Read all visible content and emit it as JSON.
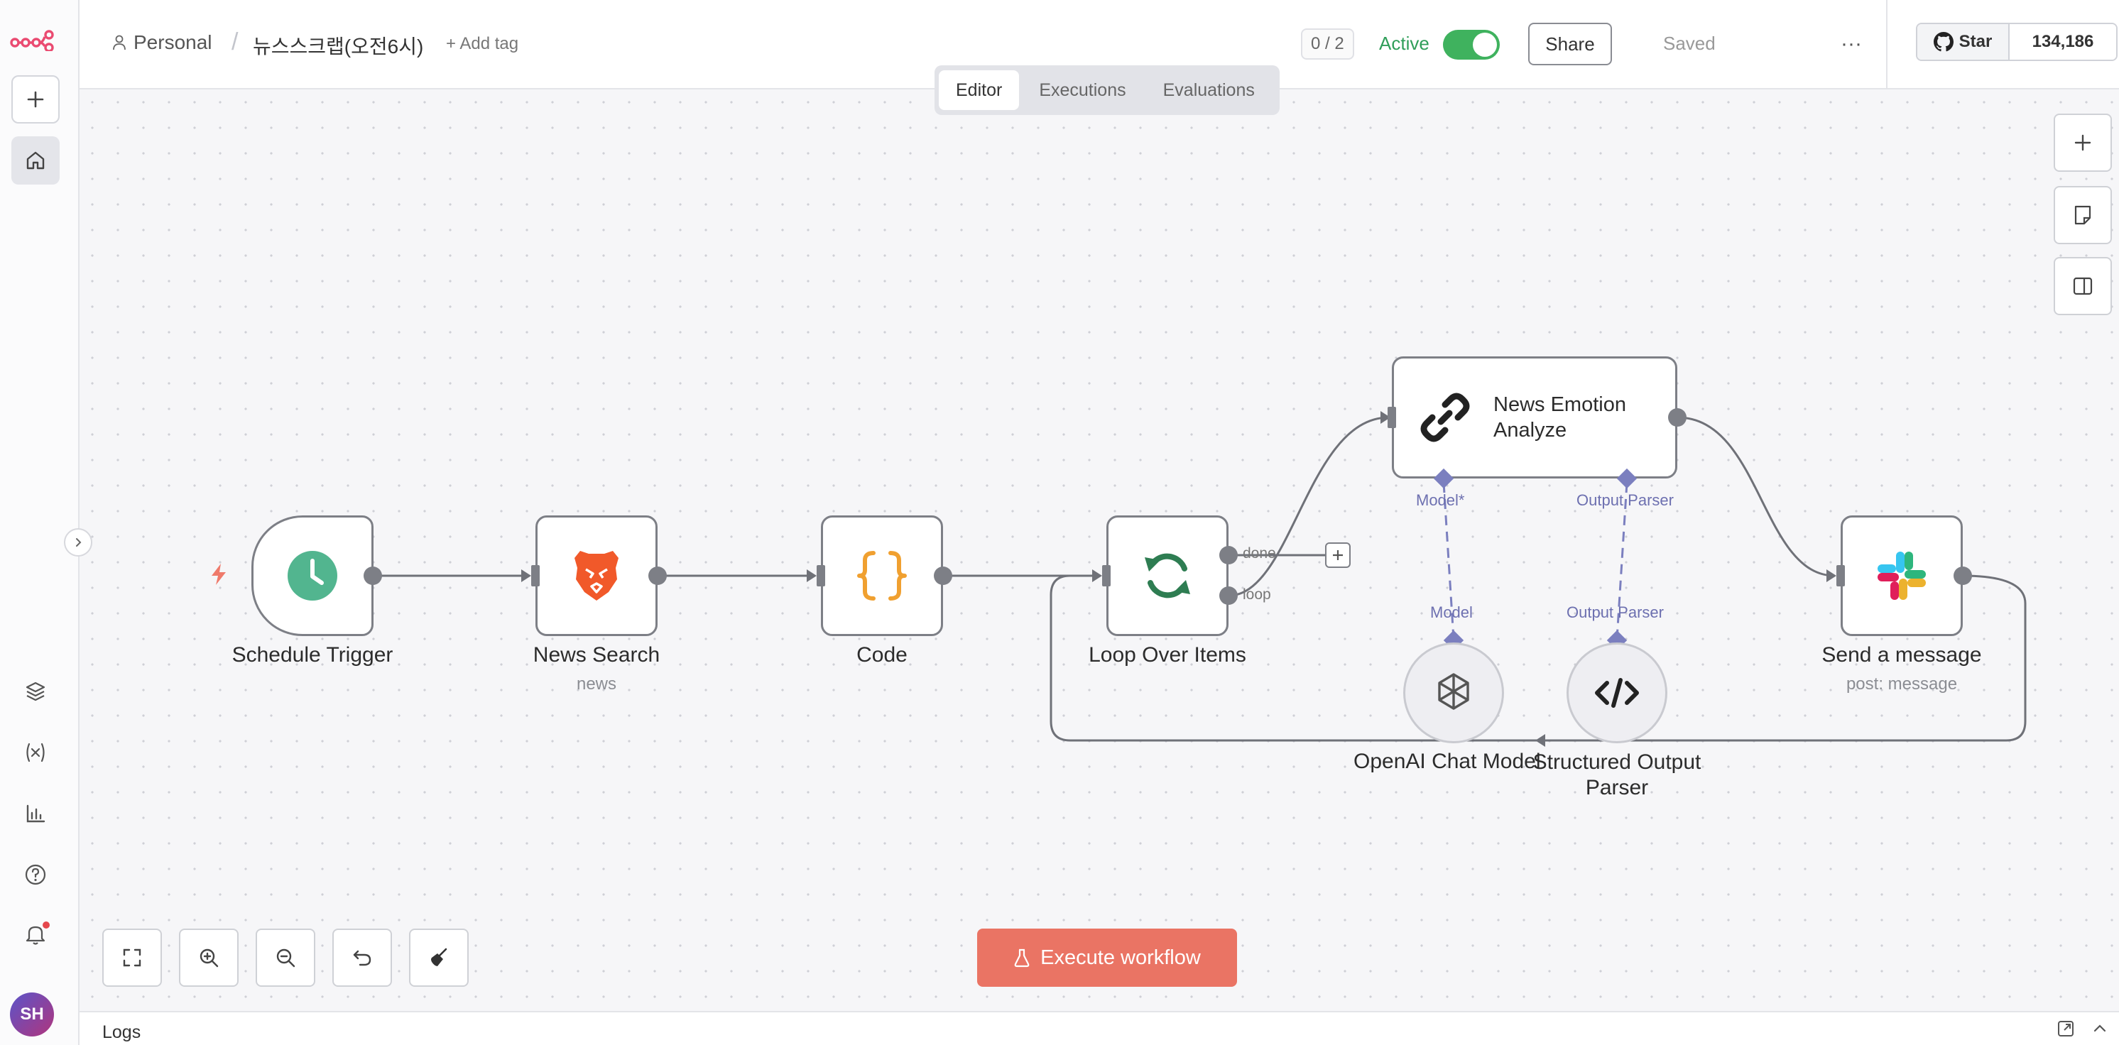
{
  "header": {
    "project": "Personal",
    "separator": "/",
    "workflow_name": "뉴스스크랩(오전6시)",
    "add_tag": "+ Add tag",
    "counter": "0 / 2",
    "active_label": "Active",
    "active": true,
    "share": "Share",
    "saved": "Saved",
    "more": "···",
    "github_star": "Star",
    "github_count": "134,186"
  },
  "tabs": [
    {
      "label": "Editor",
      "active": true
    },
    {
      "label": "Executions",
      "active": false
    },
    {
      "label": "Evaluations",
      "active": false
    }
  ],
  "nodes": {
    "schedule_trigger": {
      "title": "Schedule Trigger"
    },
    "news_search": {
      "title": "News Search",
      "subtitle": "news"
    },
    "code": {
      "title": "Code"
    },
    "loop": {
      "title": "Loop Over Items",
      "out_done": "done",
      "out_loop": "loop"
    },
    "agent": {
      "title": "News Emotion Analyze",
      "port_model": "Model*",
      "port_parser": "Output Parser"
    },
    "openai": {
      "title": "OpenAI Chat Model",
      "port": "Model"
    },
    "parser": {
      "title": "Structured Output Parser",
      "port": "Output Parser"
    },
    "slack": {
      "title": "Send a message",
      "subtitle": "post: message"
    }
  },
  "sidebar": {
    "avatar_initials": "SH"
  },
  "execute_button": "Execute workflow",
  "logs_label": "Logs",
  "colors": {
    "accent": "#ea4b71",
    "execute": "#ea7464",
    "active_green": "#3fb25e",
    "ai_connection": "#7b7fbf"
  }
}
